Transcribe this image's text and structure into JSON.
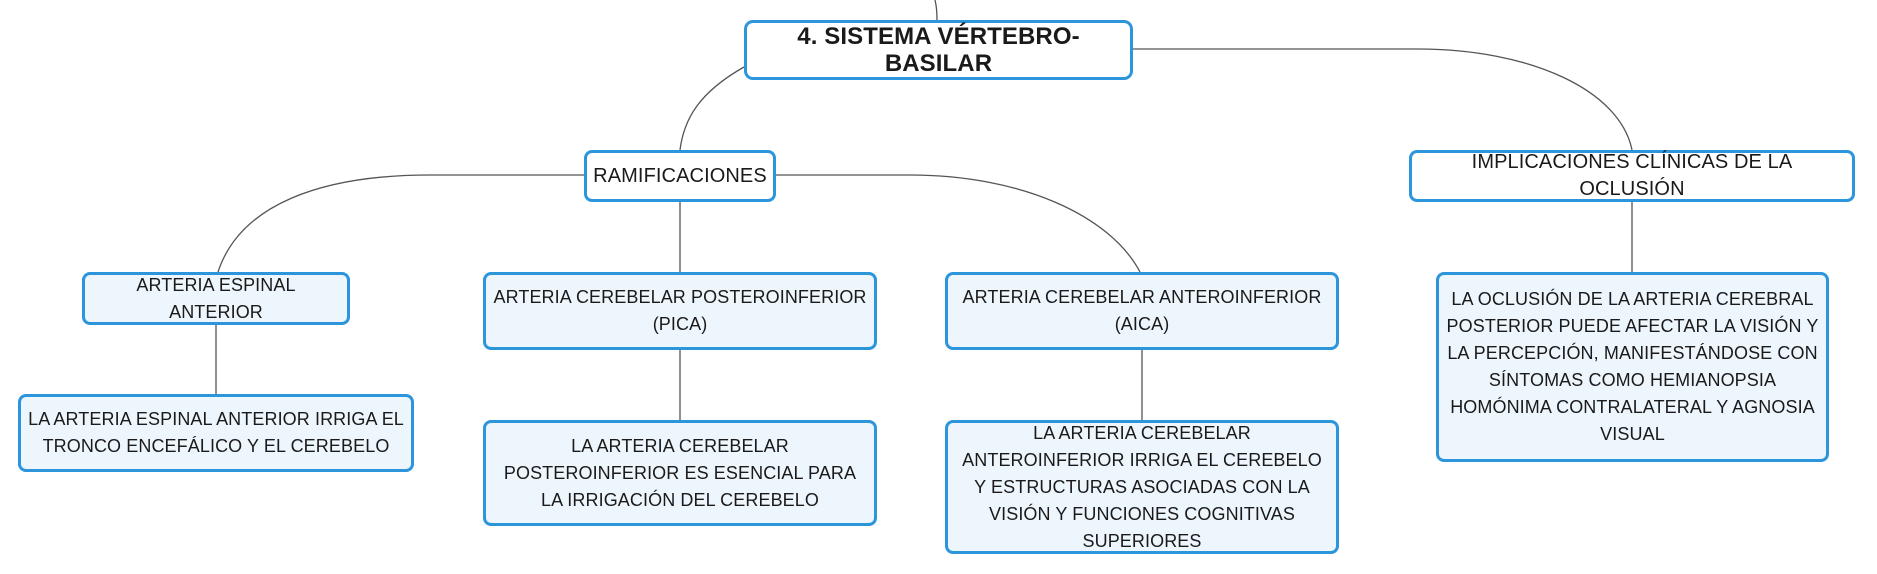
{
  "mindmap": {
    "root": "4. SISTEMA VÉRTEBRO-BASILAR",
    "ramificaciones": "RAMIFICACIONES",
    "implicaciones": "IMPLICACIONES CLÍNICAS DE LA OCLUSIÓN",
    "espinal": "ARTERIA ESPINAL ANTERIOR",
    "pica": "ARTERIA CEREBELAR POSTEROINFERIOR (PICA)",
    "aica": "ARTERIA CEREBELAR ANTEROINFERIOR (AICA)",
    "espinal_detail": "LA ARTERIA ESPINAL ANTERIOR IRRIGA EL TRONCO ENCEFÁLICO Y EL CEREBELO",
    "pica_detail": "LA ARTERIA CEREBELAR POSTEROINFERIOR ES ESENCIAL PARA LA IRRIGACIÓN DEL CEREBELO",
    "aica_detail": "LA ARTERIA CEREBELAR ANTEROINFERIOR IRRIGA EL CEREBELO Y ESTRUCTURAS ASOCIADAS CON LA VISIÓN Y FUNCIONES COGNITIVAS SUPERIORES",
    "oclusion_detail": "LA OCLUSIÓN DE LA ARTERIA CEREBRAL POSTERIOR PUEDE AFECTAR LA VISIÓN Y LA PERCEPCIÓN, MANIFESTÁNDOSE CON SÍNTOMAS COMO HEMIANOPSIA HOMÓNIMA CONTRALATERAL Y AGNOSIA VISUAL"
  },
  "colors": {
    "node_border": "#2d95db",
    "node_fill": "#eef6fd",
    "connector": "#555555"
  }
}
